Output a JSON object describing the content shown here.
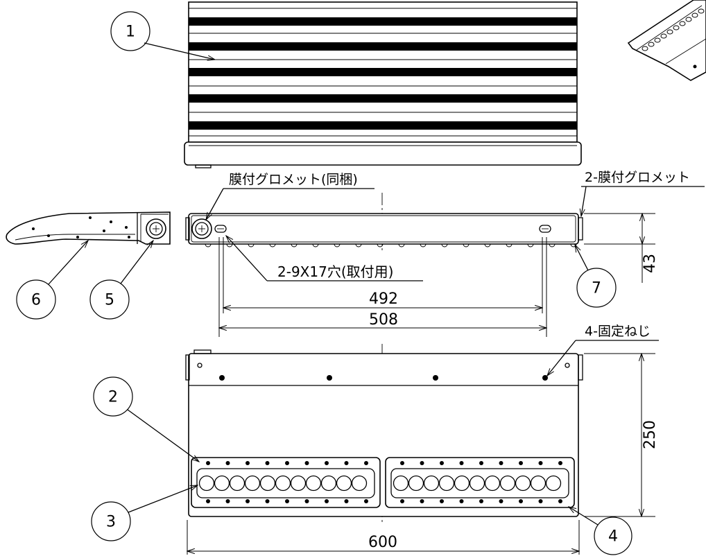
{
  "drawing": {
    "balloons": {
      "b1": "1",
      "b2": "2",
      "b3": "3",
      "b4": "4",
      "b5": "5",
      "b6": "6",
      "b7": "7"
    },
    "labels": {
      "grommet_included": "膜付グロメット(同梱)",
      "grommet_two": "2-膜付グロメット",
      "mount_holes": "2-9X17穴(取付用)",
      "fixing_screws": "4-固定ねじ"
    },
    "dimensions": {
      "d492": "492",
      "d508": "508",
      "d43": "43",
      "d250": "250",
      "d600": "600"
    }
  }
}
